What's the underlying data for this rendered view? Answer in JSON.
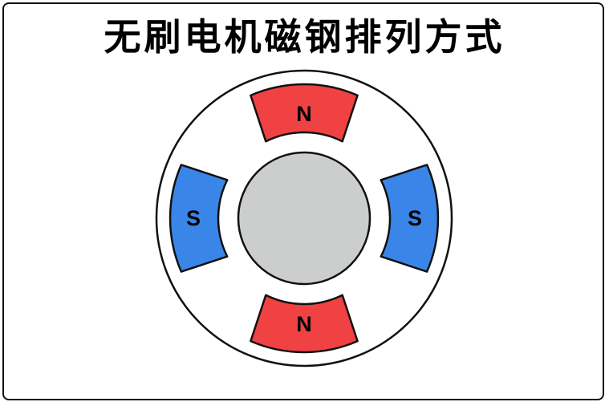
{
  "title": "无刷电机磁钢排列方式",
  "colors": {
    "north": "#F04143",
    "south": "#3A86E8",
    "rotor": "#CCCDCD",
    "outline": "#111111"
  },
  "magnets": [
    {
      "position": "top",
      "pole": "N"
    },
    {
      "position": "right",
      "pole": "S"
    },
    {
      "position": "bottom",
      "pole": "N"
    },
    {
      "position": "left",
      "pole": "S"
    }
  ]
}
